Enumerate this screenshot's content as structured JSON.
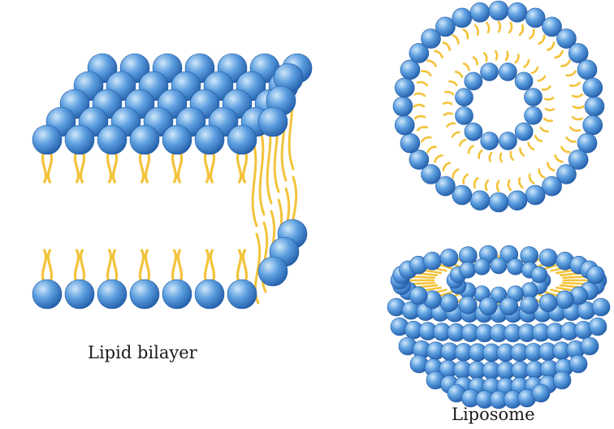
{
  "captions": {
    "bilayer": "Lipid bilayer",
    "liposome": "Liposome"
  },
  "colors": {
    "head_light": "#b9dcf6",
    "head_mid": "#5d9fe0",
    "head_dark": "#1f5aa6",
    "tail": "#f3c33a",
    "tail_dark": "#dea51d",
    "background": "#ffffff"
  },
  "figures": [
    {
      "name": "lipid-bilayer-slab",
      "kind": "bilayer"
    },
    {
      "name": "liposome-cross-section",
      "kind": "liposome-ring"
    },
    {
      "name": "liposome-cutaway-hemisphere",
      "kind": "liposome-bowl"
    }
  ]
}
